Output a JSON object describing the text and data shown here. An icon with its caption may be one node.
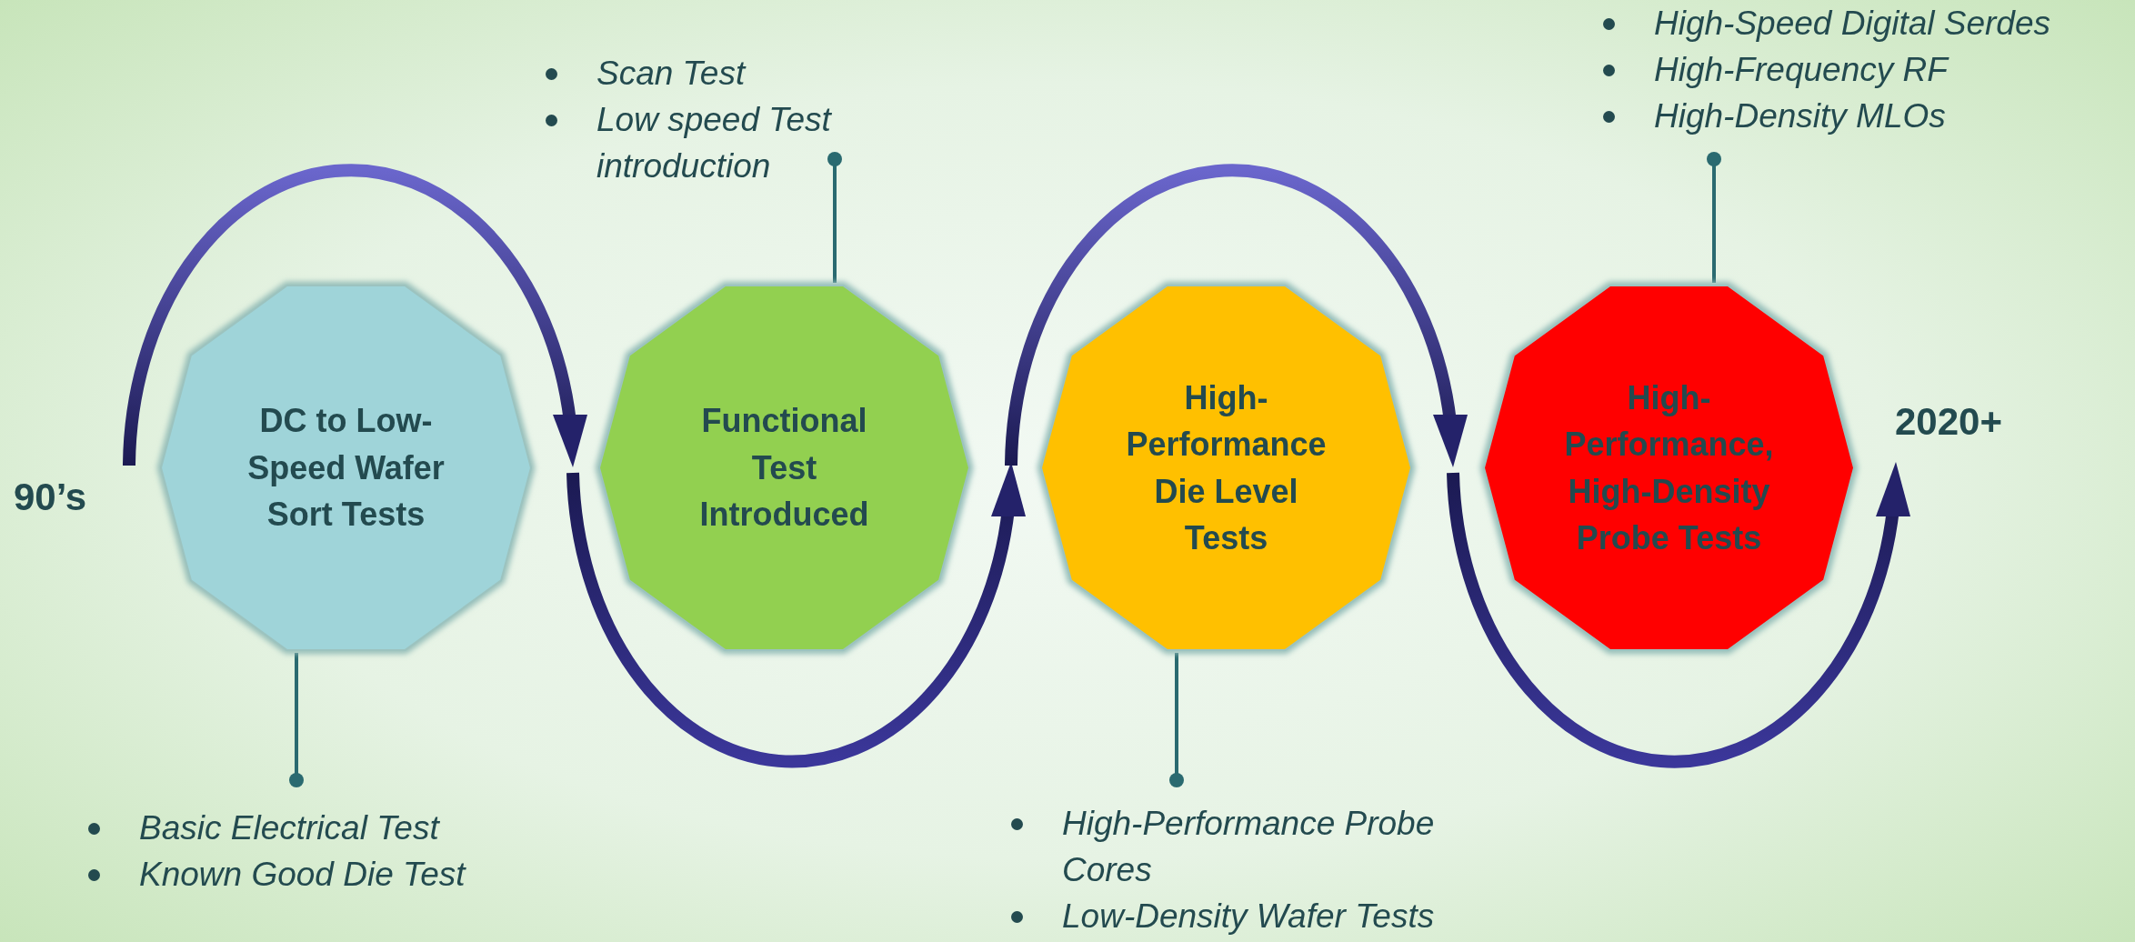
{
  "diagram": {
    "nodes": [
      {
        "text": [
          "DC to Low-Speed Wafer Sort Tests"
        ]
      },
      {
        "text": [
          "Functional Test Introduced"
        ]
      },
      {
        "text": [
          "High-Performance Die Level Tests"
        ]
      },
      {
        "text": [
          "High-Performance, High-Density Probe Tests"
        ]
      },
      {
        "text": [
          "Basic Electrical Test",
          "Known Good Die Test"
        ]
      },
      {
        "text": [
          "Scan Test",
          "Low speed Test introduction"
        ]
      },
      {
        "text": [
          "High-Speed Digital Serdes",
          "High-Frequency RF",
          "High-Density MLOs"
        ]
      },
      {
        "text": [
          "High-Performance Probe Cores",
          "Low-Density Wafer Tests"
        ]
      }
    ],
    "edges": [
      {
        "from": 4,
        "to": 0,
        "arrow": "other"
      },
      {
        "from": 5,
        "to": 1,
        "arrow": "other"
      },
      {
        "from": 7,
        "to": 2,
        "arrow": "other"
      },
      {
        "from": 6,
        "to": 3,
        "arrow": "other"
      }
    ],
    "labels": [
      "90’s",
      "2020+"
    ]
  }
}
